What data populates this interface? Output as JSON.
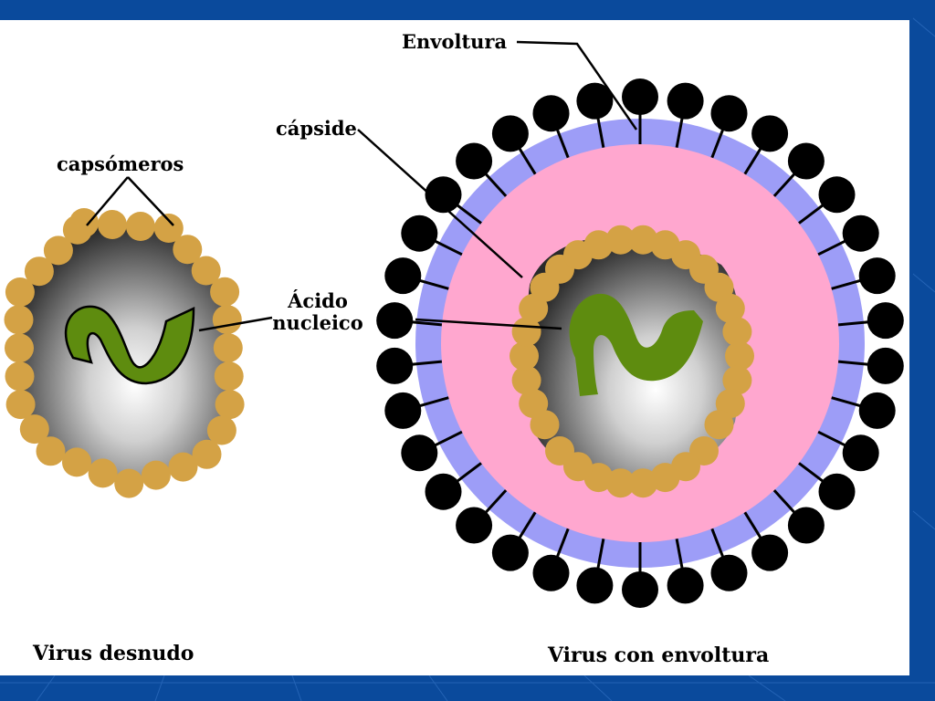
{
  "labels": {
    "envoltura": "Envoltura",
    "capside": "cápside",
    "capsomeros": "capsómeros",
    "acido_line1": "Ácido",
    "acido_line2": "nucleico",
    "virus_desnudo": "Virus desnudo",
    "virus_con_envoltura": "Virus con envoltura"
  },
  "colors": {
    "slide_blue": "#0a4a9c",
    "capsomere": "#d4a245",
    "nucleic_acid": "#5e8c0f",
    "envelope_pink": "#ffa7cf",
    "envelope_lavender": "#9d9df7",
    "spike_head": "#000000",
    "core_light": "#ffffff",
    "core_dark": "#2a2a2a"
  },
  "icons": {
    "nucleic_acid": "squiggle-shape",
    "spike": "lollipop-spike"
  }
}
